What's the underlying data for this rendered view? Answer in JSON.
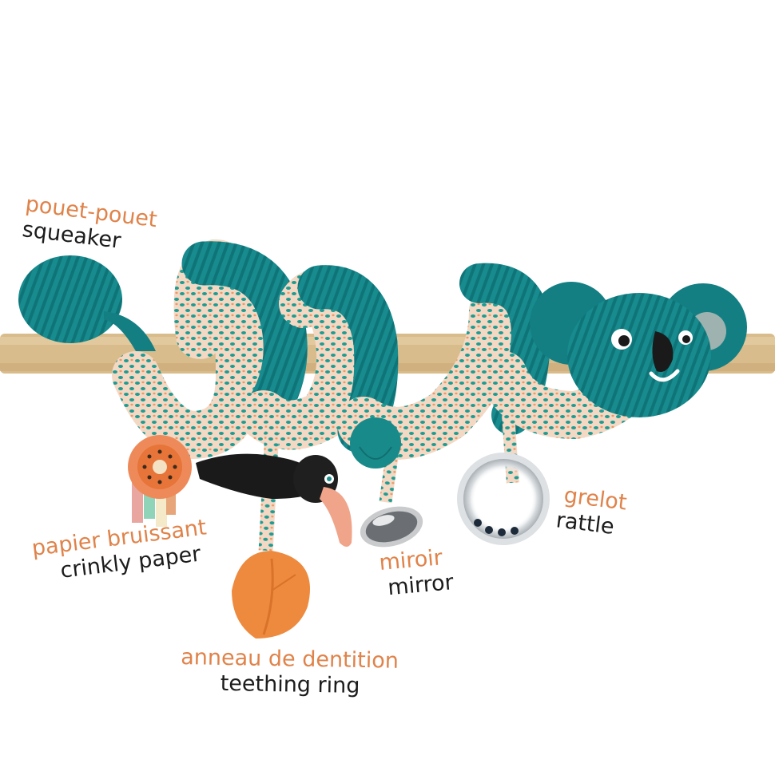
{
  "labels": {
    "squeaker": {
      "fr": "pouet-pouet",
      "en": "squeaker"
    },
    "crinkly_paper": {
      "fr": "papier bruissant",
      "en": "crinkly paper"
    },
    "teething_ring": {
      "fr": "anneau de dentition",
      "en": "teething ring"
    },
    "mirror": {
      "fr": "miroir",
      "en": "mirror"
    },
    "rattle": {
      "fr": "grelot",
      "en": "rattle"
    }
  },
  "colors": {
    "label_french": "#e0834a",
    "label_english": "#1c1c1c",
    "teal_plush": "#16898c",
    "wood_bar": "#d9bc8c",
    "leaf_orange": "#ee8a3e"
  }
}
